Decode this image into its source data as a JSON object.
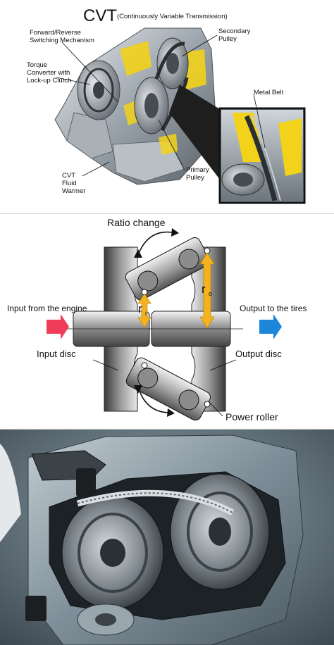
{
  "panel_cvt": {
    "title": "CVT",
    "subtitle": "(Continuously Variable Transmission)",
    "labels": {
      "forward_reverse_1": "Forward/Reverse",
      "forward_reverse_2": "Switching Mechanism",
      "torque_1": "Torque",
      "torque_2": "Converter with",
      "torque_3": "Lock-up Clutch",
      "secondary_1": "Secondary",
      "secondary_2": "Pulley",
      "metal_belt": "Metal Belt",
      "primary_1": "Primary",
      "primary_2": "Pulley",
      "warmer_1": "CVT",
      "warmer_2": "Fluid",
      "warmer_3": "Warmer"
    }
  },
  "panel_toroidal": {
    "ratio_change": "Ratio change",
    "input_engine": "Input from the engine",
    "output_tires": "Output to the tires",
    "input_disc": "Input disc",
    "output_disc": "Output disc",
    "power_roller": "Power roller",
    "r_in": "r",
    "r_in_sub": "i",
    "r_out": "r",
    "r_out_sub": "o"
  },
  "colors": {
    "input_arrow": "#f03c5a",
    "output_arrow": "#1c86d8",
    "radius_arrow": "#f5b21c",
    "cutaway_yellow": "#f2d21a",
    "photo_blue": "#3f5f72"
  }
}
